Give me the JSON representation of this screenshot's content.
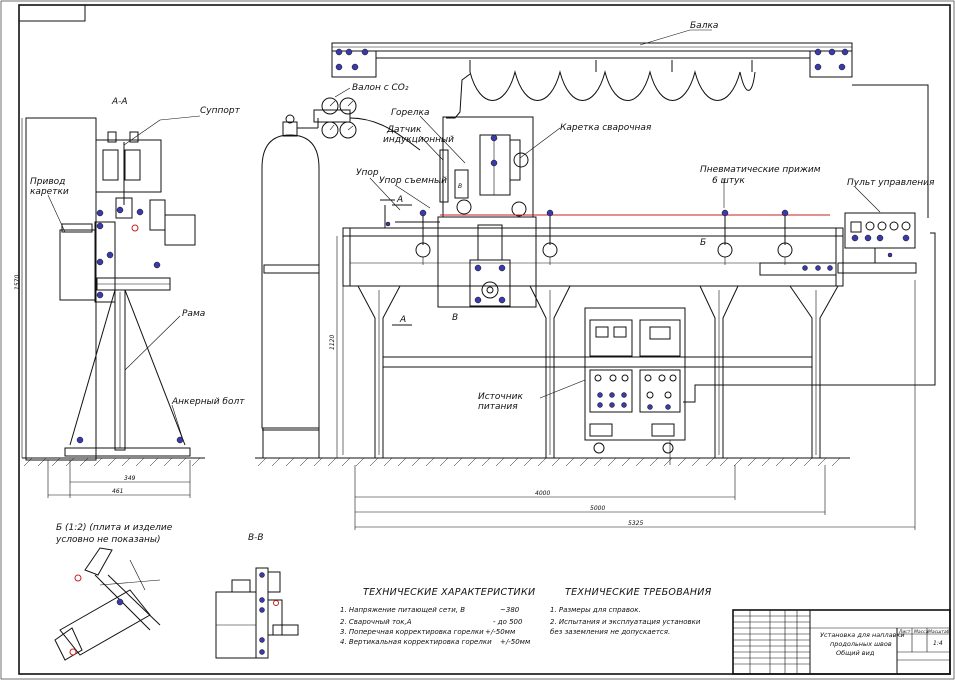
{
  "labels": {
    "balka": "Балка",
    "balon": "Валон с СО₂",
    "gorelka": "Горелка",
    "datchik1": "Датчик",
    "datchik2": "индукционный",
    "karetka": "Каретка сварочная",
    "upor": "Упор",
    "upor_semny": "Упор съемный",
    "pnevmo1": "Пневматические прижим",
    "pnevmo2": "6 штук",
    "pult": "Пульт управления",
    "istochnik1": "Источник",
    "istochnik2": "питания",
    "section_aa": "А-А",
    "support": "Суппорт",
    "privod1": "Привод",
    "privod2": "каретки",
    "rama": "Рама",
    "ankerny": "Анкерный болт",
    "section_b1": "Б (1:2) (плита и изделие",
    "section_b2": "условно не показаны)",
    "section_vv": "В-В",
    "mark_a": "А",
    "mark_b": "Б",
    "mark_v": "В"
  },
  "dimensions": {
    "d_349": "349",
    "d_461": "461",
    "d_1570": "1570",
    "d_1120": "1120",
    "d_4000": "4000",
    "d_5000": "5000",
    "d_5325": "5325"
  },
  "tech_char": {
    "title": "ТЕХНИЧЕСКИЕ ХАРАКТЕРИСТИКИ",
    "items": [
      {
        "text": "1.  Напряжение питающей сети, В",
        "value": "~380"
      },
      {
        "text": "2.  Сварочный ток,А",
        "value": "- до 500"
      },
      {
        "text": "3.  Поперечная корректировка горелки",
        "value": "+/-50мм"
      },
      {
        "text": "4.  Вертикальная корректировка горелки",
        "value": "+/-50мм"
      }
    ]
  },
  "tech_req": {
    "title": "ТЕХНИЧЕСКИЕ ТРЕБОВАНИЯ",
    "items": [
      "1.  Размеры для справок.",
      "2.  Испытания и эксплуатация установки",
      "     без заземления не допускается."
    ]
  },
  "title_block": {
    "name1": "Установка для наплавки",
    "name2": "продольных швов",
    "name3": "Общий вид",
    "scale": "1:4",
    "sheet": "Лист",
    "mass": "Масса",
    "scale_h": "Масштаб"
  }
}
